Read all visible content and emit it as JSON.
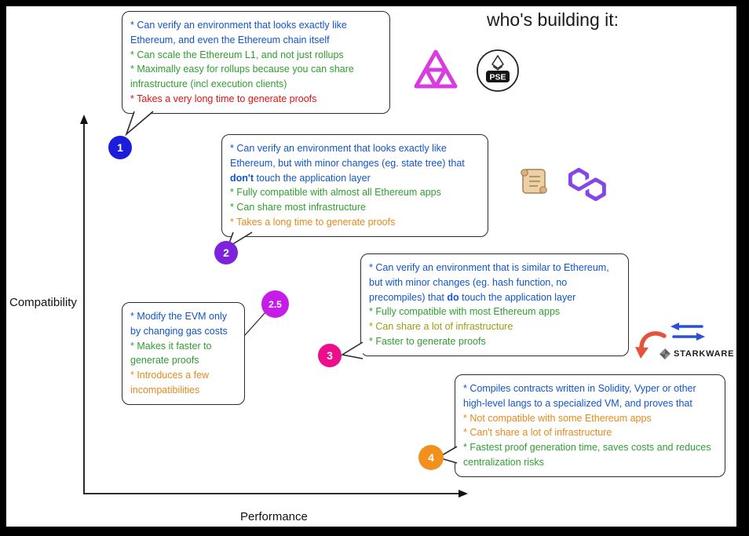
{
  "header": {
    "title": "who's building it:"
  },
  "axis": {
    "y_label": "Compatibility",
    "x_label": "Performance"
  },
  "palette": {
    "blue": "#1155cc",
    "green": "#2f9e2f",
    "red": "#e01212",
    "orange": "#e6891e",
    "olive": "#9c9c14",
    "marker1": "#1c1cdb",
    "marker2": "#7e22dd",
    "marker25": "#c51ce8",
    "marker3": "#ed0e8c",
    "marker4": "#f2901d",
    "taiko": "#d83ce0",
    "polygon": "#8247e5",
    "starkware_blue": "#2b50d8",
    "starkware_red": "#e2553c"
  },
  "markers": {
    "m1": {
      "label": "1"
    },
    "m2": {
      "label": "2"
    },
    "m25": {
      "label": "2.5"
    },
    "m3": {
      "label": "3"
    },
    "m4": {
      "label": "4"
    }
  },
  "bubbles": {
    "type1": {
      "lines": [
        {
          "text": "* Can verify an environment that looks exactly like Ethereum, and even the Ethereum chain itself"
        },
        {
          "text": "* Can scale the Ethereum L1, and not just rollups"
        },
        {
          "text": "* Maximally easy for rollups because you can share infrastructure (incl execution clients)"
        },
        {
          "text": "* Takes a very long time to generate proofs"
        }
      ]
    },
    "type2": {
      "line1": {
        "pre": "* Can verify an environment that looks exactly like Ethereum, but with minor changes (eg. state tree) that ",
        "bold": "don't",
        "post": " touch the application layer"
      },
      "lines": [
        {
          "text": "* Fully compatible with almost all Ethereum apps"
        },
        {
          "text": "* Can share most infrastructure"
        },
        {
          "text": "* Takes a long time to generate proofs"
        }
      ]
    },
    "type25": {
      "lines": [
        {
          "text": "* Modify the EVM only by changing gas costs"
        },
        {
          "text": "* Makes it faster to generate proofs"
        },
        {
          "text": "* Introduces a few incompatibilities"
        }
      ]
    },
    "type3": {
      "line1": {
        "pre": "* Can verify an environment that is similar to Ethereum, but with minor changes (eg. hash function, no precompiles) that ",
        "bold": "do",
        "post": " touch the application layer"
      },
      "lines": [
        {
          "text": "* Fully compatible with most Ethereum apps"
        },
        {
          "text": "* Can share a lot of infrastructure"
        },
        {
          "text": "* Faster to generate proofs"
        }
      ]
    },
    "type4": {
      "lines": [
        {
          "text": "* Compiles contracts written in Solidity, Vyper or other high-level langs to a specialized VM, and proves that"
        },
        {
          "text": "* Not compatible with some Ethereum apps"
        },
        {
          "text": "* Can't share a lot of infrastructure"
        },
        {
          "text": "* Fastest proof generation time, saves costs and reduces centralization risks"
        }
      ]
    }
  },
  "logos": {
    "pse_label": "PSE",
    "starkware_label": "STARKWARE",
    "icons": [
      "taiko-logo",
      "pse-logo",
      "scroll-logo",
      "polygon-logo",
      "starkware-arrows-icon",
      "starkware-curved-arrow-icon",
      "starkware-diamond-icon"
    ]
  }
}
